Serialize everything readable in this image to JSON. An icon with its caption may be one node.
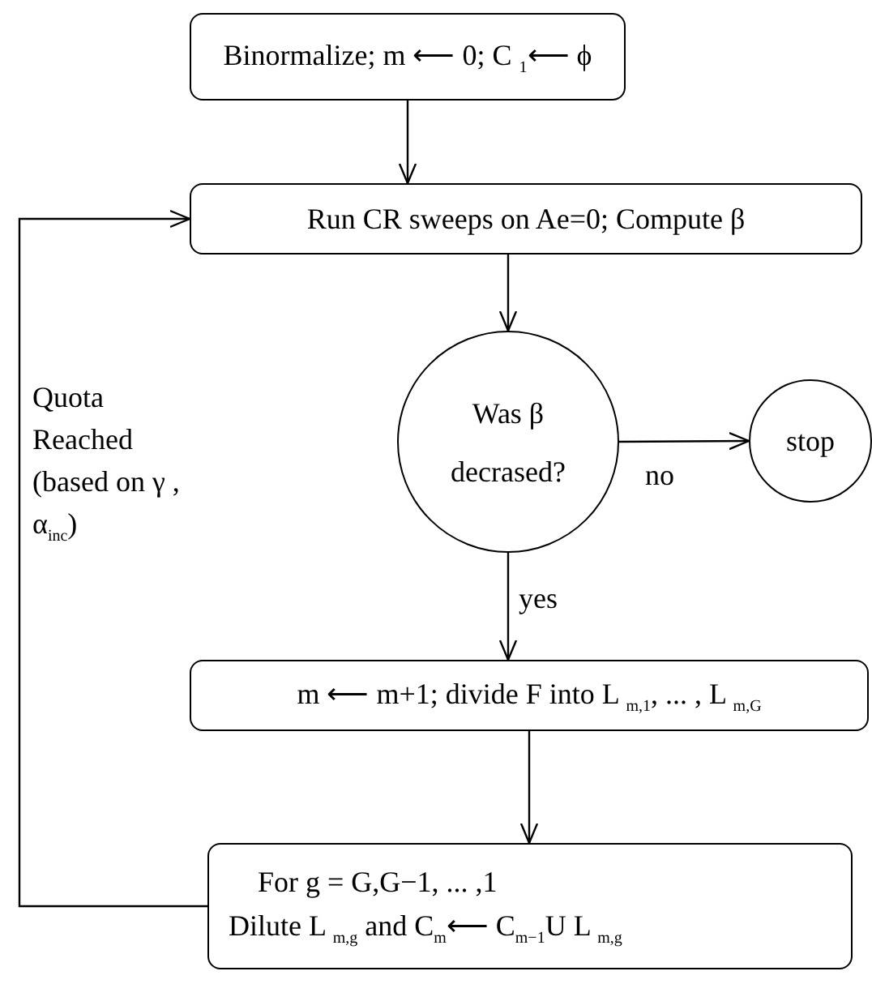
{
  "diagram": {
    "nodes": [
      {
        "text": [
          "Binormalize; m ⟵ 0; C $_{1}$⟵ ϕ"
        ]
      },
      {
        "text": [
          "Run CR sweeps on Ae=0; Compute β"
        ]
      },
      {
        "text": [
          "Was β decrased?"
        ]
      },
      {
        "text": [
          "stop"
        ]
      },
      {
        "text": [
          "m ⟵ m+1; divide F into L $_{m,1}$, ... , L $_{m,G}$"
        ]
      },
      {
        "text": [
          "For g = G,G−1, ... ,1",
          "Dilute L $_{m,g}$ and C$_{m}$⟵ C$_{m−1}$U L $_{m,g}$"
        ]
      }
    ],
    "edges": [
      {
        "from": 0,
        "to": 1,
        "arrow": "to"
      },
      {
        "from": 1,
        "to": 2,
        "arrow": "to"
      },
      {
        "from": 2,
        "to": 3,
        "arrow": "to",
        "label": "no"
      },
      {
        "from": 2,
        "to": 4,
        "arrow": "to",
        "label": "yes"
      },
      {
        "from": 4,
        "to": 5,
        "arrow": "to"
      },
      {
        "from": 5,
        "to": 1,
        "arrow": "to",
        "label": "Quota Reached (based on γ , α$_{inc}$)"
      }
    ]
  }
}
